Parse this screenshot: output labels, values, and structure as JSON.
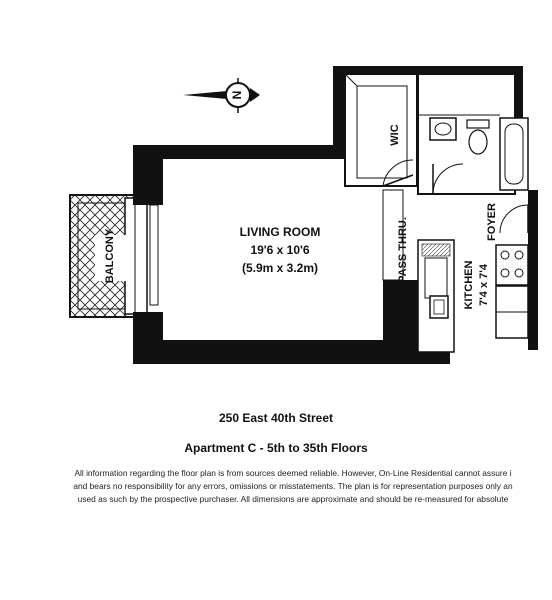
{
  "rooms": {
    "living_room": {
      "name": "LIVING ROOM",
      "dim_ft": "19'6 x 10'6",
      "dim_m": "(5.9m x 3.2m)"
    },
    "balcony": "BALCONY",
    "wic": "WIC",
    "pass_thru": "PASS THRU.",
    "foyer": "FOYER",
    "kitchen": {
      "name": "KITCHEN",
      "dim_ft": "7'4 x 7'4"
    }
  },
  "compass": {
    "label": "N"
  },
  "caption": {
    "address": "250 East 40th Street",
    "apartment": "Apartment C - 5th to 35th Floors"
  },
  "disclaimer": {
    "line1": "All information regarding the floor plan is from sources deemed reliable.  However, On-Line Residential cannot assure i",
    "line2": "and bears no responsibility for any errors, omissions or misstatements.  The plan is for representation purposes only an",
    "line3": "used as such by the prospective purchaser.  All dimensions are approximate and should be re-measured for absolute"
  },
  "colors": {
    "wall": "#111111",
    "background": "#ffffff"
  }
}
